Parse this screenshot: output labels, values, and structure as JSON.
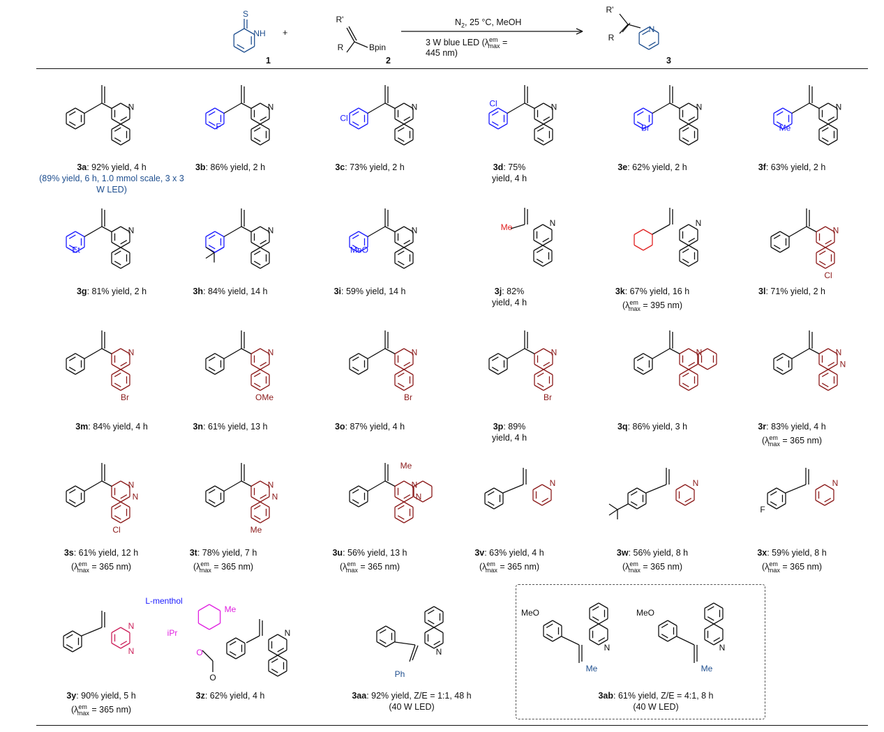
{
  "header": {
    "reagent1_label": "1",
    "reagent2_label": "2",
    "product_label": "3",
    "plus": "+",
    "cond_line1": "N2, 25 °C, MeOH",
    "cond_line2": "3 W blue LED (λmax em =",
    "cond_line3": "445 nm)",
    "r_label": "R",
    "rprime_label": "R'",
    "bpin_label": "Bpin",
    "nh_label": "NH",
    "s_label": "S",
    "n_label": "N"
  },
  "compounds": [
    {
      "id": "3a",
      "line1": ": 92% yield, 4 h",
      "note": "(89% yield, 6 h, 1.0 mmol scale, 3 x 3 W LED)",
      "sub": "",
      "subcolor": "#1a1aff"
    },
    {
      "id": "3b",
      "line1": ": 86% yield, 2 h",
      "note": "",
      "sub": "F",
      "subcolor": "#1a1aff"
    },
    {
      "id": "3c",
      "line1": ": 73% yield, 2 h",
      "note": "",
      "sub": "Cl",
      "subcolor": "#1a1aff"
    },
    {
      "id": "3d",
      "line1": ": 75%",
      "line2": "yield, 4 h",
      "sub": "Cl",
      "subcolor": "#1a1aff"
    },
    {
      "id": "3e",
      "line1": ": 62% yield, 2 h",
      "note": "",
      "sub": "Br",
      "subcolor": "#1a1aff"
    },
    {
      "id": "3f",
      "line1": ": 63% yield, 2 h",
      "note": "",
      "sub": "Me",
      "subcolor": "#1a1aff"
    },
    {
      "id": "3g",
      "line1": ": 81% yield, 2 h",
      "note": "",
      "sub": "Et",
      "subcolor": "#1a1aff"
    },
    {
      "id": "3h",
      "line1": ": 84% yield, 14 h",
      "note": "",
      "sub": "",
      "subcolor": "#1a1aff"
    },
    {
      "id": "3i",
      "line1": ": 59% yield, 14 h",
      "note": "",
      "sub": "MeO",
      "subcolor": "#1a1aff"
    },
    {
      "id": "3j",
      "line1": ": 82%",
      "line2": "yield, 4 h",
      "sub": "Me",
      "subcolor": "#e02020"
    },
    {
      "id": "3k",
      "line1": ": 67% yield, 16 h",
      "lam": "= 395 nm)",
      "sub": "",
      "subcolor": "#e02020"
    },
    {
      "id": "3l",
      "line1": ": 71% yield, 2 h",
      "note": "",
      "sub": "Cl",
      "subcolor": "#8b1a1a"
    },
    {
      "id": "3m",
      "line1": ": 84% yield, 4 h",
      "note": "",
      "sub": "Br",
      "subcolor": "#8b1a1a"
    },
    {
      "id": "3n",
      "line1": ": 61% yield, 13 h",
      "note": "",
      "sub": "OMe",
      "subcolor": "#8b1a1a"
    },
    {
      "id": "3o",
      "line1": ": 87% yield, 4 h",
      "note": "",
      "sub": "Br",
      "subcolor": "#8b1a1a"
    },
    {
      "id": "3p",
      "line1": ": 89%",
      "line2": "yield, 4 h",
      "sub": "Br",
      "subcolor": "#8b1a1a"
    },
    {
      "id": "3q",
      "line1": ": 86% yield, 3 h",
      "note": "",
      "sub": "",
      "subcolor": "#8b1a1a"
    },
    {
      "id": "3r",
      "line1": ": 83% yield, 4 h",
      "lam": "= 365 nm)",
      "sub": "",
      "subcolor": "#8b1a1a"
    },
    {
      "id": "3s",
      "line1": ": 61% yield, 12 h",
      "lam": "= 365 nm)",
      "sub": "Cl",
      "subcolor": "#8b1a1a"
    },
    {
      "id": "3t",
      "line1": ": 78% yield, 7 h",
      "lam": "= 365 nm)",
      "sub": "Me",
      "subcolor": "#8b1a1a"
    },
    {
      "id": "3u",
      "line1": ": 56% yield, 13 h",
      "lam": "= 365 nm)",
      "sub": "Me",
      "subcolor": "#8b1a1a"
    },
    {
      "id": "3v",
      "line1": ": 63% yield, 4 h",
      "lam": "= 365 nm)",
      "sub": "",
      "subcolor": "#8b1a1a"
    },
    {
      "id": "3w",
      "line1": ": 56% yield, 8 h",
      "lam": "= 365 nm)",
      "sub": "",
      "subcolor": "#8b1a1a"
    },
    {
      "id": "3x",
      "line1": ": 59% yield, 8 h",
      "lam": "= 365 nm)",
      "sub": "F",
      "subcolor": "#8b1a1a"
    },
    {
      "id": "3y",
      "line1": ": 90% yield, 5 h",
      "lam": "= 365 nm)",
      "sub": "",
      "subcolor": "#cc1f5a"
    },
    {
      "id": "3z",
      "line1": ": 62% yield, 4 h",
      "note": "",
      "sub": "L-menthol",
      "subcolor": "#e020e0"
    },
    {
      "id": "3aa",
      "line1": ": 92% yield, Z/E = 1:1, 48 h",
      "line2": "(40 W LED)",
      "sub": "Ph",
      "subcolor": "#1f4f8f"
    },
    {
      "id": "3ab",
      "line1": ": 61% yield, Z/E = 4:1, 8 h",
      "line2": "(40 W LED)",
      "sub": "Me",
      "subcolor": "#1f4f8f"
    }
  ],
  "lambda_prefix": "(λ",
  "lambda_sup": "em",
  "lambda_sub": "max",
  "labels": {
    "ipr": "iPr",
    "me": "Me",
    "o": "O",
    "meo": "MeO",
    "n": "N",
    "lmenthol": "L-menthol"
  },
  "colors": {
    "blue_sub": "#1a1aff",
    "red_sub": "#e02020",
    "dark_red": "#8b1a1a",
    "magenta": "#e020e0",
    "navy": "#1f4f8f",
    "pink": "#cc1f5a"
  }
}
